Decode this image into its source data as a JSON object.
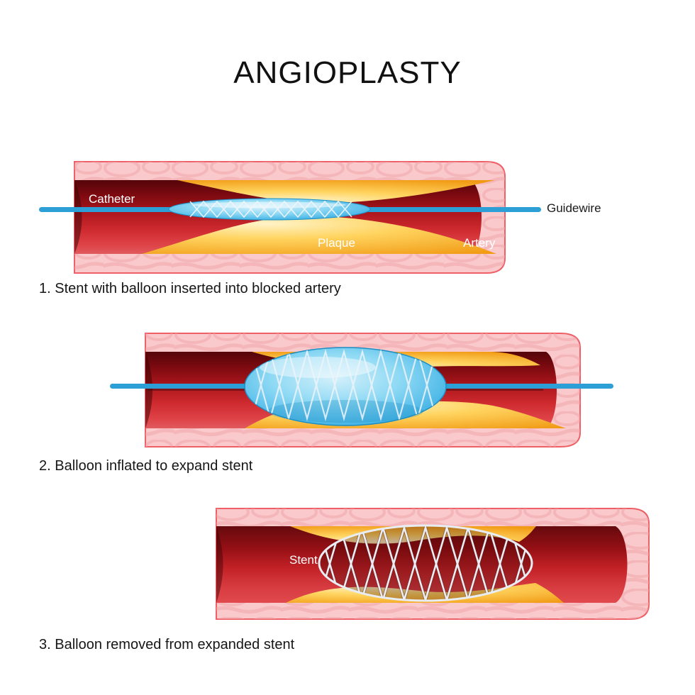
{
  "title": "ANGIOPLASTY",
  "steps": [
    {
      "caption": "1. Stent with balloon inserted into blocked artery",
      "labels": {
        "catheter": "Catheter",
        "guidewire": "Guidewire",
        "plaque": "Plaque",
        "artery": "Artery"
      }
    },
    {
      "caption": "2. Balloon inflated to expand stent",
      "labels": {}
    },
    {
      "caption": "3. Balloon removed from expanded stent",
      "labels": {
        "stent": "Stent"
      }
    }
  ],
  "colors": {
    "background": "#ffffff",
    "title_text": "#111111",
    "caption_text": "#161616",
    "artery_wall_pink": "#f9c9cb",
    "artery_wall_texture": "#f0a2a8",
    "artery_wall_border": "#ee5f66",
    "lumen_dark_red": "#54050a",
    "lumen_red": "#d7343a",
    "plaque_orange": "#f19a14",
    "plaque_light_yellow": "#fff3c8",
    "balloon_blue": "#46b5e6",
    "guidewire_blue": "#2b9fd6",
    "stent_wire": "#e7edf3"
  }
}
